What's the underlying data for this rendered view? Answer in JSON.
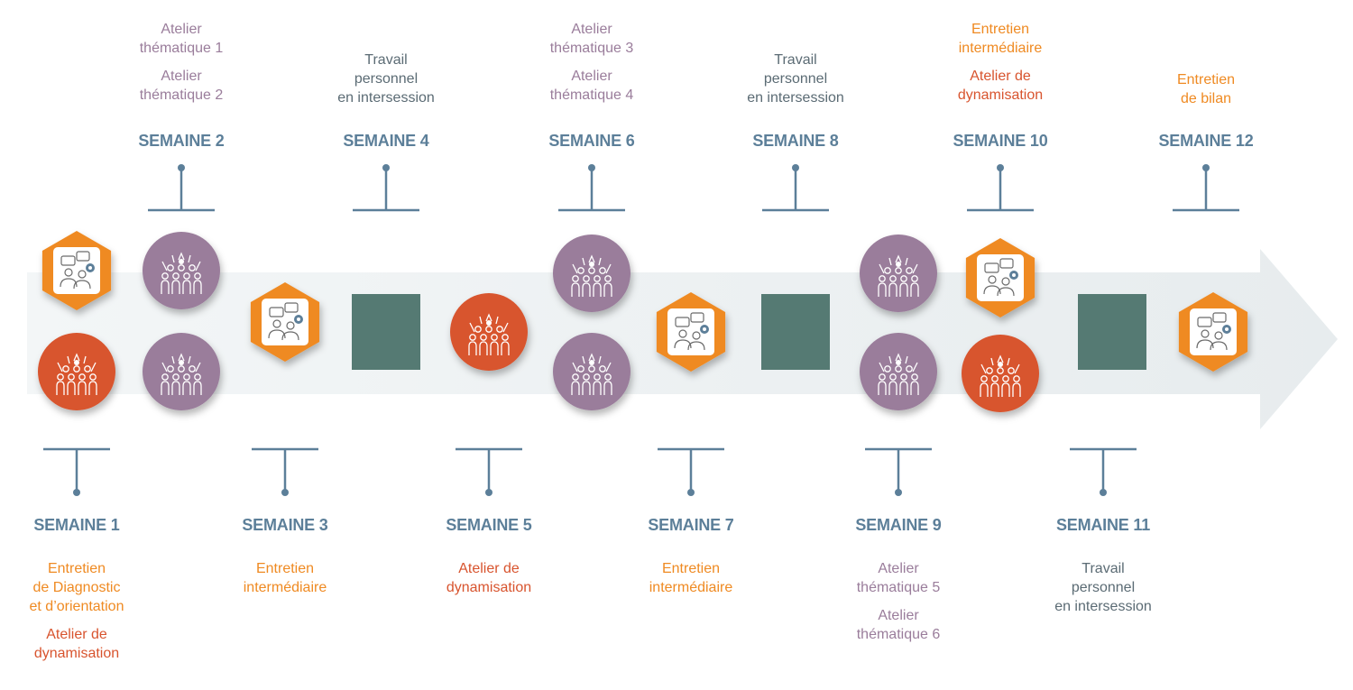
{
  "colors": {
    "label": "#5c7f99",
    "workshop_purple": "#9a7d9b",
    "interview_orange": "#ef8a22",
    "dynamisation_red": "#d8542e",
    "personal_work": "#557a73",
    "band": "#eef1f2"
  },
  "weeks": [
    {
      "id": "w1",
      "label": "SEMAINE 1",
      "position": "bottom",
      "descriptions": [
        {
          "text": "Entretien\nde Diagnostic\net d’orientation",
          "tone": "orange"
        },
        {
          "text": "Atelier de\ndynamisation",
          "tone": "red"
        }
      ]
    },
    {
      "id": "w2",
      "label": "SEMAINE 2",
      "position": "top",
      "descriptions": [
        {
          "text": "Atelier\nthématique 1",
          "tone": "purple"
        },
        {
          "text": "Atelier\nthématique 2",
          "tone": "purple"
        }
      ]
    },
    {
      "id": "w3",
      "label": "SEMAINE 3",
      "position": "bottom",
      "descriptions": [
        {
          "text": "Entretien\nintermédiaire",
          "tone": "orange"
        }
      ]
    },
    {
      "id": "w4",
      "label": "SEMAINE 4",
      "position": "top",
      "descriptions": [
        {
          "text": "Travail\npersonnel\nen intersession",
          "tone": "gray"
        }
      ]
    },
    {
      "id": "w5",
      "label": "SEMAINE 5",
      "position": "bottom",
      "descriptions": [
        {
          "text": "Atelier de\ndynamisation",
          "tone": "red"
        }
      ]
    },
    {
      "id": "w6",
      "label": "SEMAINE 6",
      "position": "top",
      "descriptions": [
        {
          "text": "Atelier\nthématique 3",
          "tone": "purple"
        },
        {
          "text": "Atelier\nthématique 4",
          "tone": "purple"
        }
      ]
    },
    {
      "id": "w7",
      "label": "SEMAINE 7",
      "position": "bottom",
      "descriptions": [
        {
          "text": "Entretien\nintermédiaire",
          "tone": "orange"
        }
      ]
    },
    {
      "id": "w8",
      "label": "SEMAINE 8",
      "position": "top",
      "descriptions": [
        {
          "text": "Travail\npersonnel\nen intersession",
          "tone": "gray"
        }
      ]
    },
    {
      "id": "w9",
      "label": "SEMAINE 9",
      "position": "bottom",
      "descriptions": [
        {
          "text": "Atelier\nthématique 5",
          "tone": "purple"
        },
        {
          "text": "Atelier\nthématique 6",
          "tone": "purple"
        }
      ]
    },
    {
      "id": "w10",
      "label": "SEMAINE 10",
      "position": "top",
      "descriptions": [
        {
          "text": "Entretien\nintermédiaire",
          "tone": "orange"
        },
        {
          "text": "Atelier de\ndynamisation",
          "tone": "red"
        }
      ]
    },
    {
      "id": "w11",
      "label": "SEMAINE 11",
      "position": "bottom",
      "descriptions": [
        {
          "text": "Travail\npersonnel\nen intersession",
          "tone": "gray"
        }
      ]
    },
    {
      "id": "w12",
      "label": "SEMAINE 12",
      "position": "top",
      "descriptions": [
        {
          "text": "Entretien\nde bilan",
          "tone": "orange"
        }
      ]
    }
  ],
  "timeline_items": [
    {
      "week": "w1",
      "type": "interview-hexagon",
      "icon": "interview-check-icon"
    },
    {
      "week": "w1",
      "type": "dynamisation-circle",
      "icon": "group-icon"
    },
    {
      "week": "w2",
      "type": "workshop-circle",
      "icon": "group-icon"
    },
    {
      "week": "w2",
      "type": "workshop-circle",
      "icon": "group-icon"
    },
    {
      "week": "w3",
      "type": "interview-hexagon",
      "icon": "interview-location-icon"
    },
    {
      "week": "w4",
      "type": "personal-work-square",
      "icon": ""
    },
    {
      "week": "w5",
      "type": "dynamisation-circle",
      "icon": "group-icon"
    },
    {
      "week": "w6",
      "type": "workshop-circle",
      "icon": "group-icon"
    },
    {
      "week": "w6",
      "type": "workshop-circle",
      "icon": "group-icon"
    },
    {
      "week": "w7",
      "type": "interview-hexagon",
      "icon": "interview-location-icon"
    },
    {
      "week": "w8",
      "type": "personal-work-square",
      "icon": ""
    },
    {
      "week": "w9",
      "type": "workshop-circle",
      "icon": "group-icon"
    },
    {
      "week": "w9",
      "type": "workshop-circle",
      "icon": "group-icon"
    },
    {
      "week": "w10",
      "type": "interview-hexagon",
      "icon": "interview-location-icon"
    },
    {
      "week": "w10",
      "type": "dynamisation-circle",
      "icon": "group-icon"
    },
    {
      "week": "w11",
      "type": "personal-work-square",
      "icon": ""
    },
    {
      "week": "w12",
      "type": "interview-hexagon",
      "icon": "interview-check-icon"
    }
  ]
}
